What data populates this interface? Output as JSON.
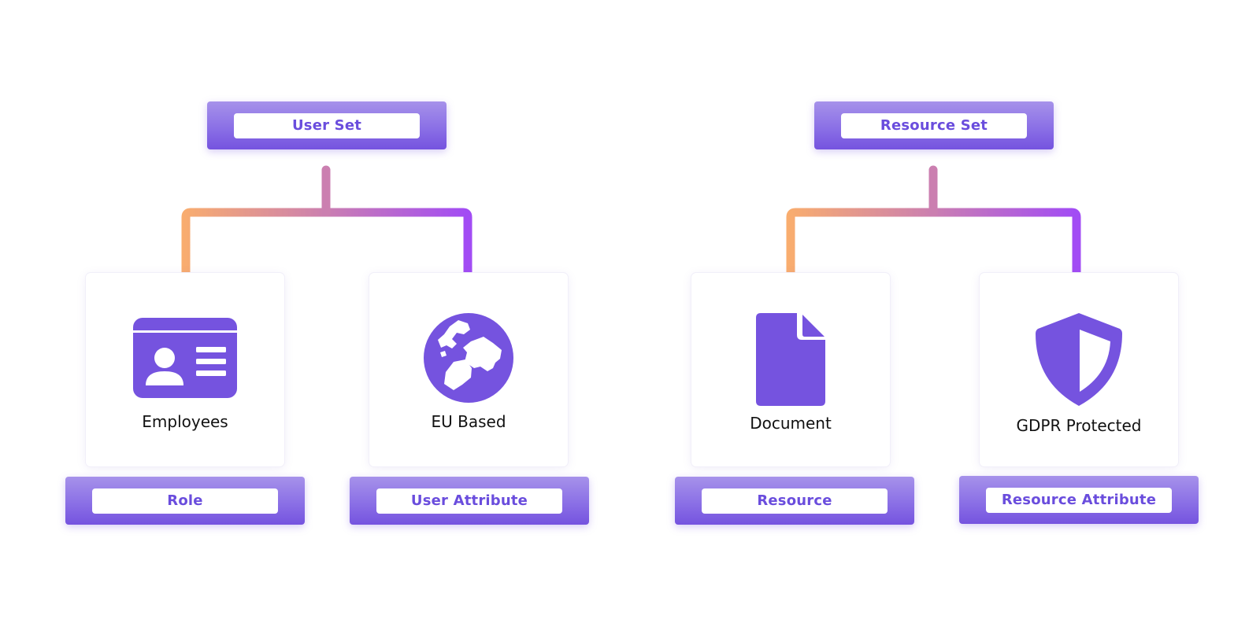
{
  "colors": {
    "accent": "#7553df",
    "label_text": "#6a4ddd",
    "connector_start": "#f9ad6e",
    "connector_end": "#a24cf4"
  },
  "groups": [
    {
      "set_label": "User Set",
      "items": [
        {
          "caption": "Employees",
          "icon": "id-card-icon",
          "type_label": "Role"
        },
        {
          "caption": "EU Based",
          "icon": "globe-icon",
          "type_label": "User Attribute"
        }
      ]
    },
    {
      "set_label": "Resource Set",
      "items": [
        {
          "caption": "Document",
          "icon": "document-icon",
          "type_label": "Resource"
        },
        {
          "caption": "GDPR Protected",
          "icon": "shield-icon",
          "type_label": "Resource Attribute"
        }
      ]
    }
  ]
}
